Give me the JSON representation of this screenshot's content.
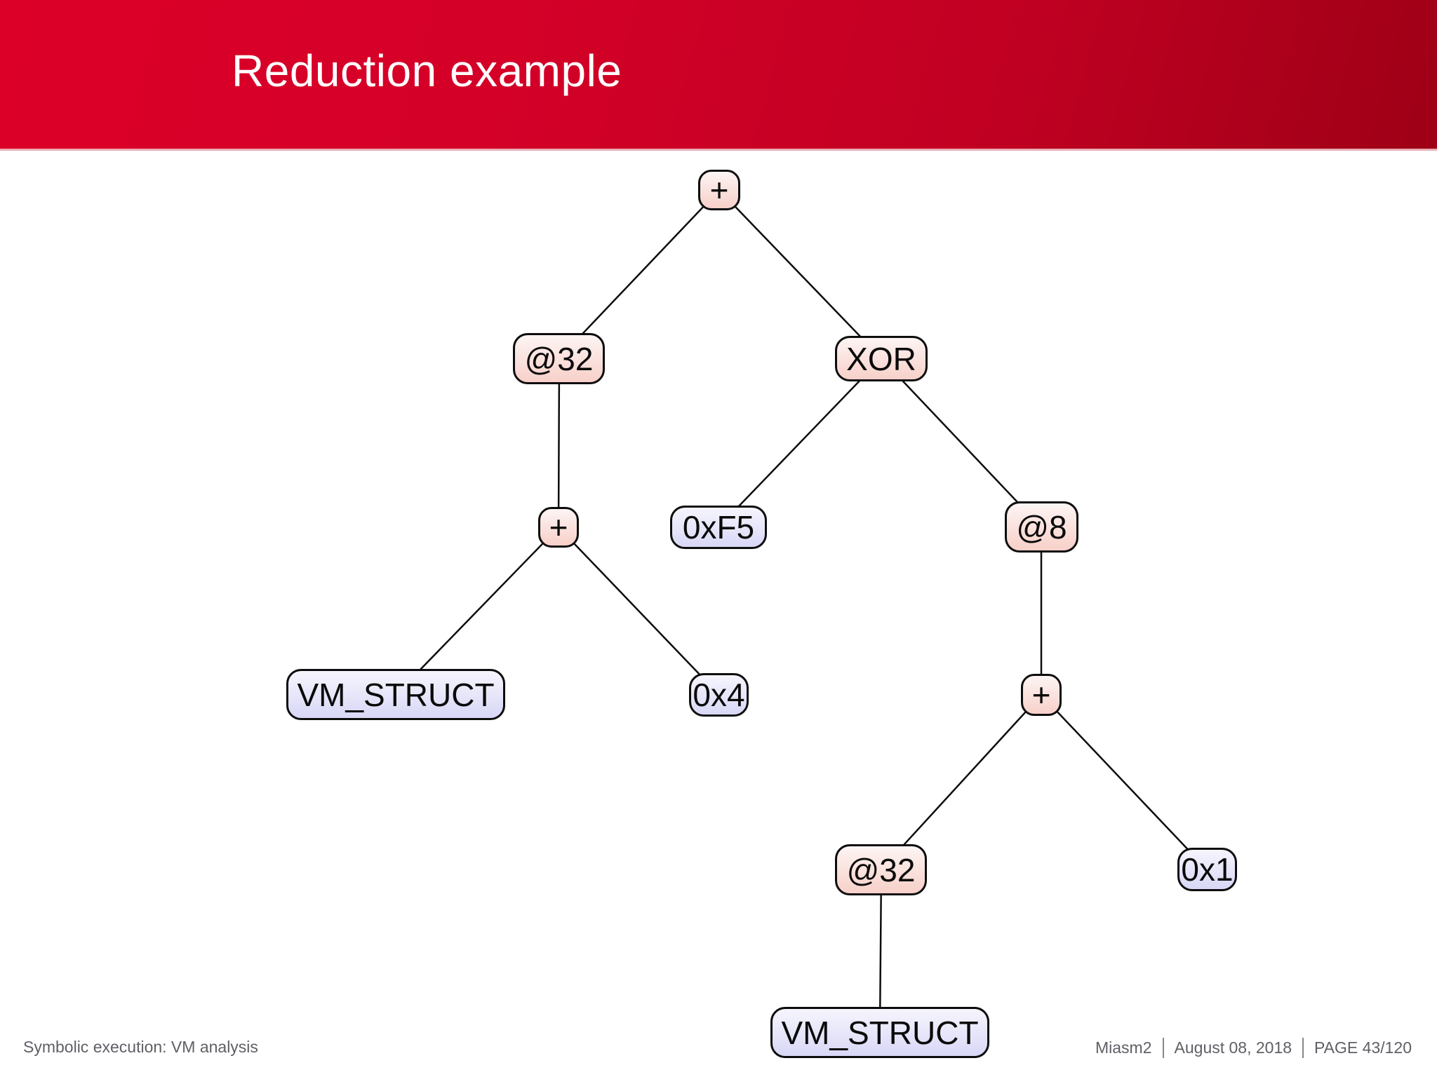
{
  "slide": {
    "title": "Reduction example",
    "footer": {
      "left": "Symbolic execution: VM analysis",
      "project": "Miasm2",
      "date": "August 08, 2018",
      "page": "PAGE 43/120"
    }
  },
  "colors": {
    "banner_gradient_start": "#dc0028",
    "banner_gradient_end": "#9e0016",
    "operator_node_top": "#fdf5f4",
    "operator_node_bottom": "#f8d0c9",
    "leaf_node_top": "#f6f5fd",
    "leaf_node_bottom": "#d8d7f6",
    "node_border": "#0d0d0d",
    "footer_text": "#5f5f66",
    "title_text": "#ffffff"
  },
  "tree": {
    "description": "expression reduction tree",
    "nodes": [
      {
        "id": "root-plus",
        "label": "+",
        "type": "operator"
      },
      {
        "id": "mem32-upper",
        "label": "@32",
        "type": "operator"
      },
      {
        "id": "xor",
        "label": "XOR",
        "type": "operator"
      },
      {
        "id": "plus-left",
        "label": "+",
        "type": "operator"
      },
      {
        "id": "const-0xf5",
        "label": "0xF5",
        "type": "constant"
      },
      {
        "id": "mem8",
        "label": "@8",
        "type": "operator"
      },
      {
        "id": "vm-struct-left",
        "label": "VM_STRUCT",
        "type": "identifier"
      },
      {
        "id": "const-0x4",
        "label": "0x4",
        "type": "constant"
      },
      {
        "id": "plus-right",
        "label": "+",
        "type": "operator"
      },
      {
        "id": "mem32-lower",
        "label": "@32",
        "type": "operator"
      },
      {
        "id": "const-0x1",
        "label": "0x1",
        "type": "constant"
      },
      {
        "id": "vm-struct-lower",
        "label": "VM_STRUCT",
        "type": "identifier"
      }
    ],
    "edges": [
      [
        "root-plus",
        "mem32-upper"
      ],
      [
        "root-plus",
        "xor"
      ],
      [
        "mem32-upper",
        "plus-left"
      ],
      [
        "xor",
        "const-0xf5"
      ],
      [
        "xor",
        "mem8"
      ],
      [
        "plus-left",
        "vm-struct-left"
      ],
      [
        "plus-left",
        "const-0x4"
      ],
      [
        "mem8",
        "plus-right"
      ],
      [
        "plus-right",
        "mem32-lower"
      ],
      [
        "plus-right",
        "const-0x1"
      ],
      [
        "mem32-lower",
        "vm-struct-lower"
      ]
    ]
  }
}
